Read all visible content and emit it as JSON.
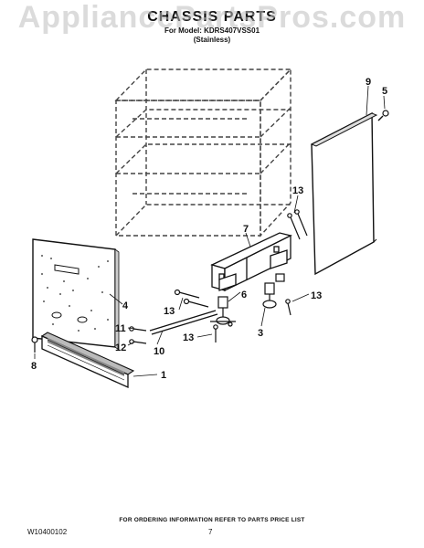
{
  "watermark": "AppliancePartsPros.com",
  "header": {
    "title": "CHASSIS PARTS",
    "model_line": "For Model: KDRS407VSS01",
    "variant": "(Stainless)"
  },
  "callouts": [
    "9",
    "5",
    "13",
    "7",
    "4",
    "13",
    "6",
    "13",
    "11",
    "12",
    "10",
    "3",
    "13",
    "8",
    "1"
  ],
  "footer": {
    "note": "FOR ORDERING INFORMATION REFER TO PARTS PRICE LIST",
    "doc_number": "W10400102",
    "page": "7"
  }
}
